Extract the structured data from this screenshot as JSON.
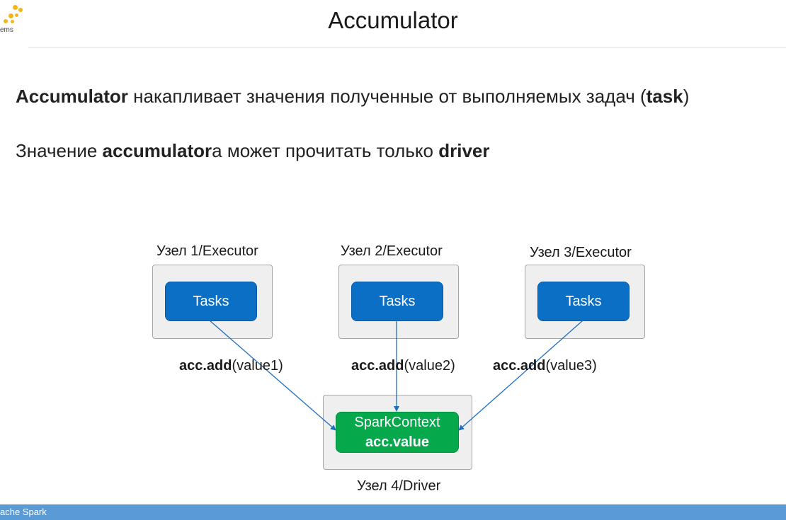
{
  "logo": {
    "text": "ems"
  },
  "title": "Accumulator",
  "text_lines": {
    "line1": {
      "b1": "Accumulator",
      "t1": " накапливает значения полученные от выполняемых задач (",
      "b2": "task",
      "t2": ")"
    },
    "line2": {
      "t1": "Значение ",
      "b1": "accumulator",
      "t2": "а может прочитать только ",
      "b2": "driver"
    }
  },
  "diagram": {
    "nodes": [
      {
        "label": "Узел 1/Executor",
        "task": "Tasks"
      },
      {
        "label": "Узел 2/Executor",
        "task": "Tasks"
      },
      {
        "label": "Узел 3/Executor",
        "task": "Tasks"
      }
    ],
    "edges": [
      {
        "bold": "acc.add",
        "arg": "(value1)"
      },
      {
        "bold": "acc.add",
        "arg": "(value2)"
      },
      {
        "bold": "acc.add",
        "arg": "(value3)"
      }
    ],
    "driver": {
      "label": "Узел 4/Driver",
      "context": "SparkContext",
      "value": "acc.value"
    }
  },
  "footer": {
    "text": "ache Spark"
  },
  "colors": {
    "task": "#0b6fc6",
    "spark": "#06a84c",
    "arrow": "#1f6fbf",
    "footer": "#5b9bd5"
  }
}
